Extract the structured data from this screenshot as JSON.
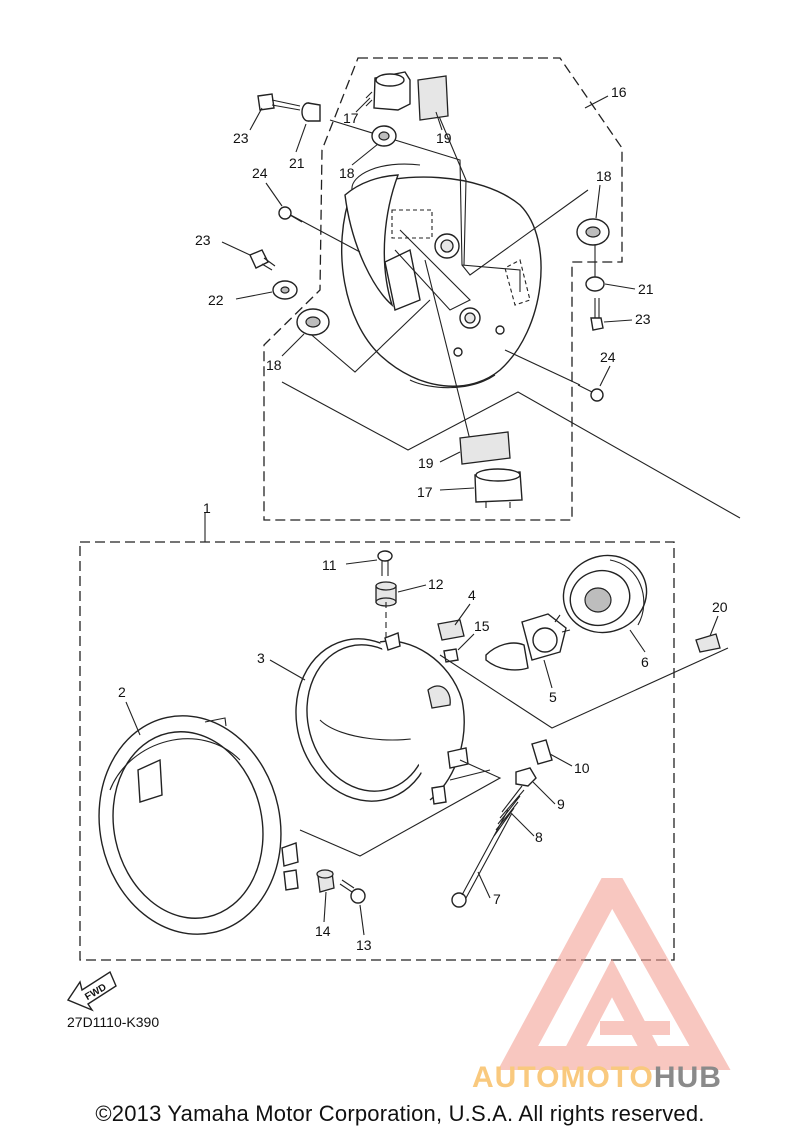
{
  "diagram": {
    "drawing_code": "27D1110-K390",
    "copyright": "©2013 Yamaha Motor Corporation, U.S.A. All rights reserved.",
    "fwd_label": "FWD",
    "watermark": {
      "part1": "AUTOMOTO",
      "part2": "HUB",
      "color_primary": "#f39a8e",
      "color_secondary": "#f9c97e",
      "color_dark": "#8a8a8a"
    },
    "callouts": [
      "1",
      "2",
      "3",
      "4",
      "5",
      "6",
      "7",
      "8",
      "9",
      "10",
      "11",
      "12",
      "13",
      "14",
      "15",
      "16",
      "17",
      "17",
      "18",
      "18",
      "18",
      "19",
      "19",
      "20",
      "21",
      "21",
      "22",
      "23",
      "23",
      "23",
      "24",
      "24"
    ]
  }
}
